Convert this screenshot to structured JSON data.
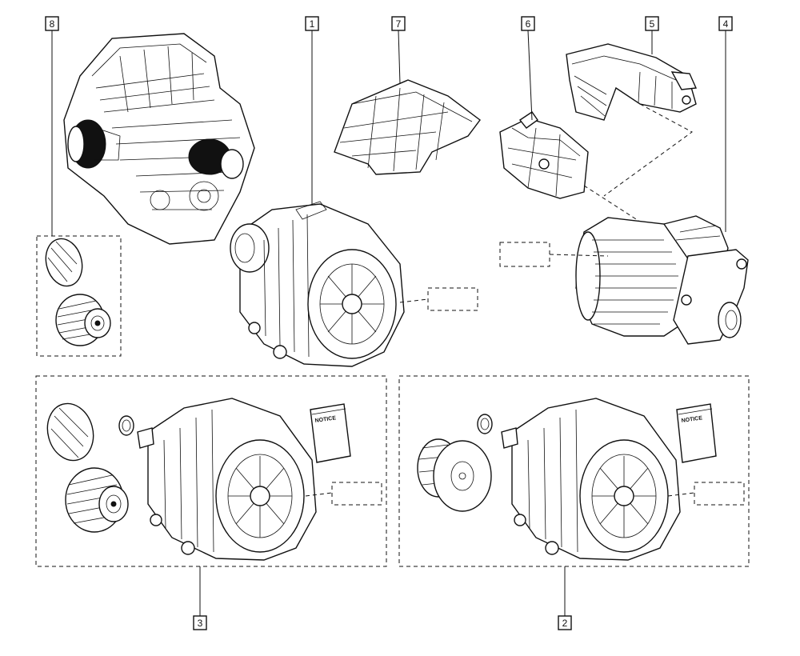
{
  "diagram": {
    "callouts": [
      {
        "id": "c1",
        "label": "1"
      },
      {
        "id": "c2",
        "label": "2"
      },
      {
        "id": "c3",
        "label": "3"
      },
      {
        "id": "c4",
        "label": "4"
      },
      {
        "id": "c5",
        "label": "5"
      },
      {
        "id": "c6",
        "label": "6"
      },
      {
        "id": "c7",
        "label": "7"
      },
      {
        "id": "c8",
        "label": "8"
      }
    ],
    "notice_left": "NOTICE",
    "notice_right": "NOTICE",
    "colors": {
      "ink": "#111111",
      "paper": "#ffffff"
    }
  }
}
